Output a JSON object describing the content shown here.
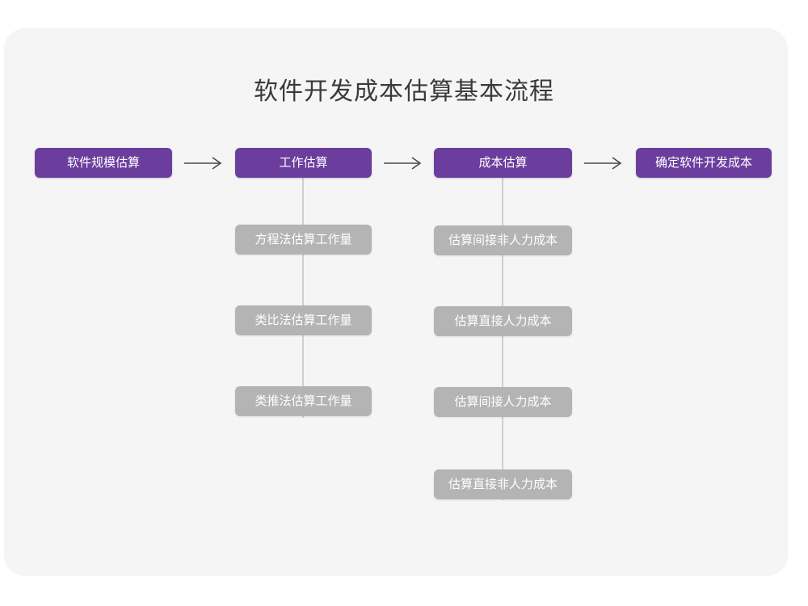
{
  "diagram": {
    "title": "软件开发成本估算基本流程",
    "colors": {
      "page_background": "#ffffff",
      "card_background": "#f5f5f5",
      "primary_node": "#6b3e9e",
      "secondary_node": "#b4b4b4",
      "node_text": "#ffffff",
      "title_text": "#3a3a3a",
      "connector_line": "#cfcfcf",
      "arrow": "#4a4a4a"
    },
    "main_flow": [
      {
        "id": "r1c1",
        "label": "软件规模估算"
      },
      {
        "id": "r1c2",
        "label": "工作估算"
      },
      {
        "id": "r1c3",
        "label": "成本估算"
      },
      {
        "id": "r1c4",
        "label": "确定软件开发成本"
      }
    ],
    "arrows": [
      {
        "id": "arrow-1",
        "from": "软件规模估算",
        "to": "工作估算",
        "glyph": "right-arrow"
      },
      {
        "id": "arrow-2",
        "from": "工作估算",
        "to": "成本估算",
        "glyph": "right-arrow"
      },
      {
        "id": "arrow-3",
        "from": "成本估算",
        "to": "确定软件开发成本",
        "glyph": "right-arrow"
      }
    ],
    "branches": [
      {
        "parent": "工作估算",
        "items": [
          {
            "id": "b1",
            "label": "方程法估算工作量"
          },
          {
            "id": "b2",
            "label": "类比法估算工作量"
          },
          {
            "id": "b3",
            "label": "类推法估算工作量"
          }
        ]
      },
      {
        "parent": "成本估算",
        "items": [
          {
            "id": "c1",
            "label": "估算间接非人力成本"
          },
          {
            "id": "c2",
            "label": "估算直接人力成本"
          },
          {
            "id": "c3",
            "label": "估算间接人力成本"
          },
          {
            "id": "c4",
            "label": "估算直接非人力成本"
          }
        ]
      }
    ]
  }
}
